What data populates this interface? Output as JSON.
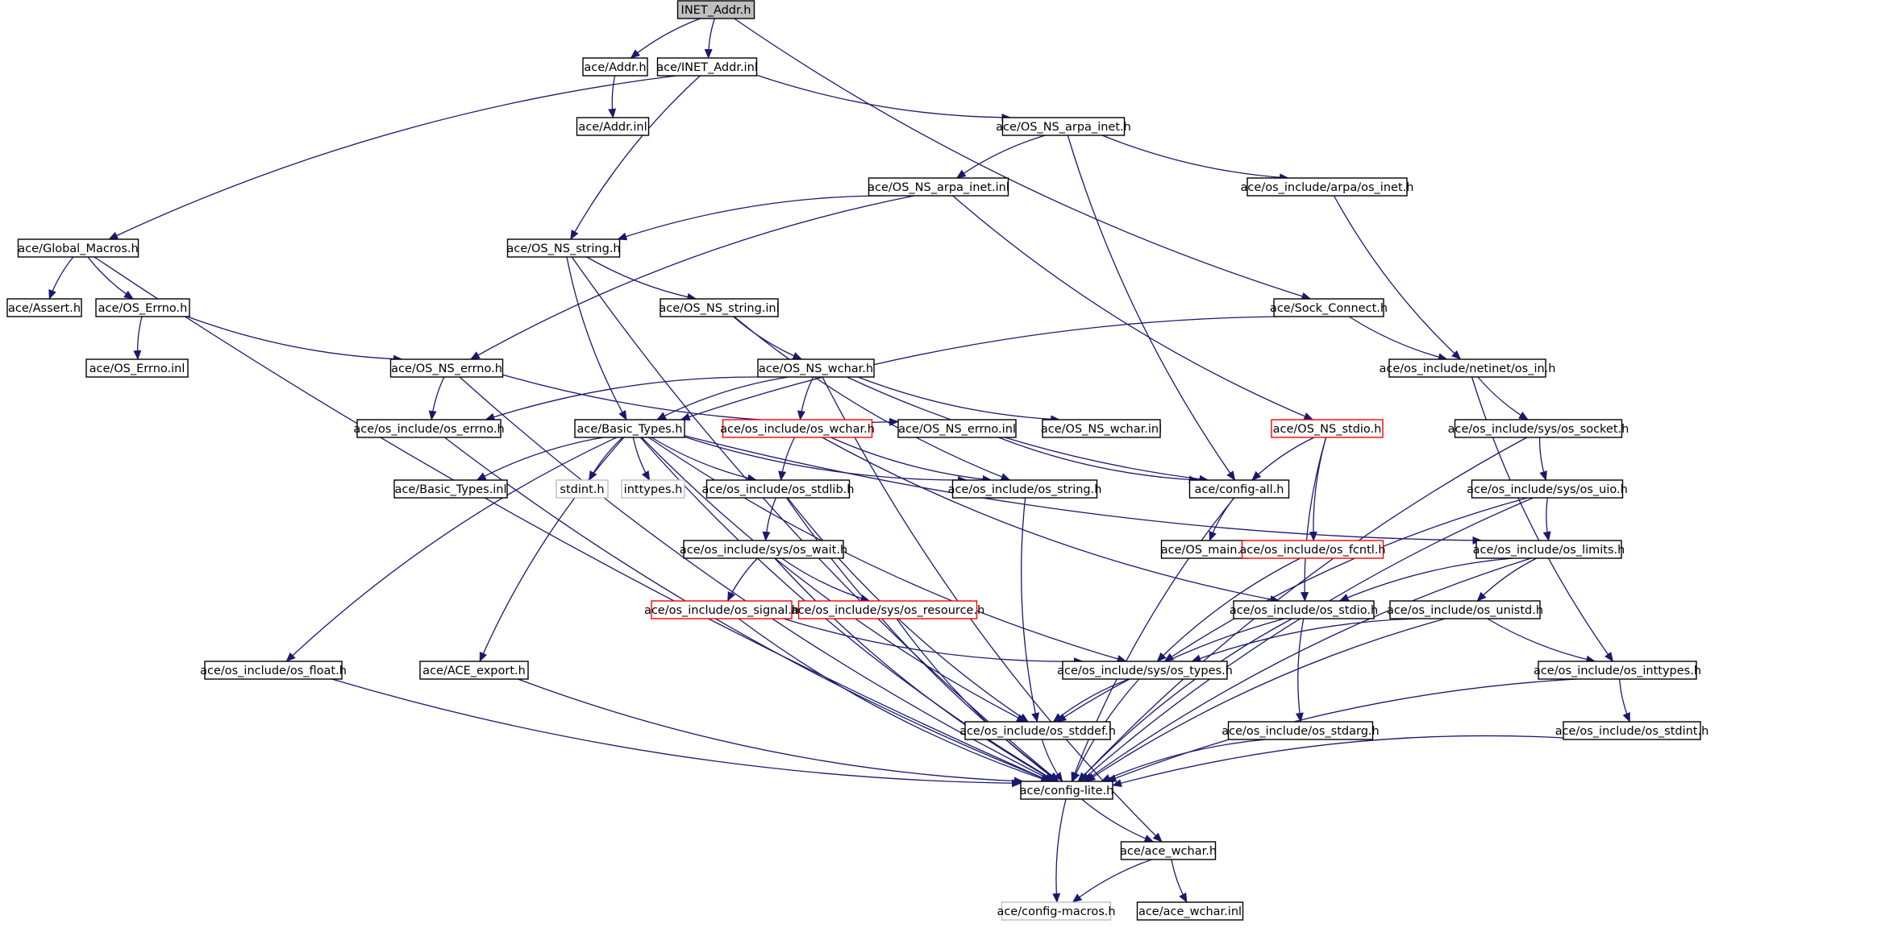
{
  "colors": {
    "edge": "#191970",
    "border_default": "#000000",
    "border_incomplete": "#ff0000",
    "border_missing": "#bfbfbf",
    "root_fill": "#bfbfbf",
    "fill": "#ffffff"
  },
  "nodes": [
    {
      "id": "inet_addr_h",
      "label": "INET_Addr.h",
      "kind": "root"
    },
    {
      "id": "addr_h",
      "label": "ace/Addr.h",
      "kind": "default"
    },
    {
      "id": "inet_addr_inl",
      "label": "ace/INET_Addr.inl",
      "kind": "default"
    },
    {
      "id": "addr_inl",
      "label": "ace/Addr.inl",
      "kind": "default"
    },
    {
      "id": "os_ns_arpa_inet_h",
      "label": "ace/OS_NS_arpa_inet.h",
      "kind": "default"
    },
    {
      "id": "os_ns_arpa_inet_inl",
      "label": "ace/OS_NS_arpa_inet.inl",
      "kind": "default"
    },
    {
      "id": "arpa_os_inet_h",
      "label": "ace/os_include/arpa/os_inet.h",
      "kind": "default"
    },
    {
      "id": "global_macros_h",
      "label": "ace/Global_Macros.h",
      "kind": "default"
    },
    {
      "id": "os_ns_string_h",
      "label": "ace/OS_NS_string.h",
      "kind": "default"
    },
    {
      "id": "assert_h",
      "label": "ace/Assert.h",
      "kind": "default"
    },
    {
      "id": "os_errno_h",
      "label": "ace/OS_Errno.h",
      "kind": "default"
    },
    {
      "id": "os_ns_string_inl",
      "label": "ace/OS_NS_string.inl",
      "kind": "default"
    },
    {
      "id": "sock_connect_h",
      "label": "ace/Sock_Connect.h",
      "kind": "default"
    },
    {
      "id": "os_errno_inl",
      "label": "ace/OS_Errno.inl",
      "kind": "default"
    },
    {
      "id": "os_ns_errno_h",
      "label": "ace/OS_NS_errno.h",
      "kind": "default"
    },
    {
      "id": "os_ns_wchar_h",
      "label": "ace/OS_NS_wchar.h",
      "kind": "default"
    },
    {
      "id": "netinet_os_in_h",
      "label": "ace/os_include/netinet/os_in.h",
      "kind": "default"
    },
    {
      "id": "os_include_os_errno_h",
      "label": "ace/os_include/os_errno.h",
      "kind": "default"
    },
    {
      "id": "basic_types_h",
      "label": "ace/Basic_Types.h",
      "kind": "default"
    },
    {
      "id": "os_include_os_wchar_h",
      "label": "ace/os_include/os_wchar.h",
      "kind": "incomplete"
    },
    {
      "id": "os_ns_errno_inl",
      "label": "ace/OS_NS_errno.inl",
      "kind": "default"
    },
    {
      "id": "os_ns_wchar_inl",
      "label": "ace/OS_NS_wchar.inl",
      "kind": "default"
    },
    {
      "id": "os_ns_stdio_h",
      "label": "ace/OS_NS_stdio.h",
      "kind": "incomplete"
    },
    {
      "id": "sys_os_socket_h",
      "label": "ace/os_include/sys/os_socket.h",
      "kind": "default"
    },
    {
      "id": "basic_types_inl",
      "label": "ace/Basic_Types.inl",
      "kind": "default"
    },
    {
      "id": "stdint_h",
      "label": "stdint.h",
      "kind": "missing"
    },
    {
      "id": "inttypes_h",
      "label": "inttypes.h",
      "kind": "missing"
    },
    {
      "id": "os_stdlib_h",
      "label": "ace/os_include/os_stdlib.h",
      "kind": "default"
    },
    {
      "id": "os_string_h",
      "label": "ace/os_include/os_string.h",
      "kind": "default"
    },
    {
      "id": "config_all_h",
      "label": "ace/config-all.h",
      "kind": "default"
    },
    {
      "id": "sys_os_uio_h",
      "label": "ace/os_include/sys/os_uio.h",
      "kind": "default"
    },
    {
      "id": "os_main_h",
      "label": "ace/OS_main.h",
      "kind": "default"
    },
    {
      "id": "sys_os_wait_h",
      "label": "ace/os_include/sys/os_wait.h",
      "kind": "default"
    },
    {
      "id": "os_fcntl_h",
      "label": "ace/os_include/os_fcntl.h",
      "kind": "incomplete"
    },
    {
      "id": "os_limits_h",
      "label": "ace/os_include/os_limits.h",
      "kind": "default"
    },
    {
      "id": "os_signal_h",
      "label": "ace/os_include/os_signal.h",
      "kind": "incomplete"
    },
    {
      "id": "sys_os_resource_h",
      "label": "ace/os_include/sys/os_resource.h",
      "kind": "incomplete"
    },
    {
      "id": "os_stdio_h",
      "label": "ace/os_include/os_stdio.h",
      "kind": "default"
    },
    {
      "id": "os_unistd_h",
      "label": "ace/os_include/os_unistd.h",
      "kind": "default"
    },
    {
      "id": "os_float_h",
      "label": "ace/os_include/os_float.h",
      "kind": "default"
    },
    {
      "id": "ace_export_h",
      "label": "ace/ACE_export.h",
      "kind": "default"
    },
    {
      "id": "sys_os_types_h",
      "label": "ace/os_include/sys/os_types.h",
      "kind": "default"
    },
    {
      "id": "os_inttypes_h",
      "label": "ace/os_include/os_inttypes.h",
      "kind": "default"
    },
    {
      "id": "os_stddef_h",
      "label": "ace/os_include/os_stddef.h",
      "kind": "default"
    },
    {
      "id": "os_stdarg_h",
      "label": "ace/os_include/os_stdarg.h",
      "kind": "default"
    },
    {
      "id": "os_stdint_h",
      "label": "ace/os_include/os_stdint.h",
      "kind": "default"
    },
    {
      "id": "config_lite_h",
      "label": "ace/config-lite.h",
      "kind": "default"
    },
    {
      "id": "ace_wchar_h",
      "label": "ace/ace_wchar.h",
      "kind": "default"
    },
    {
      "id": "config_macros_h",
      "label": "ace/config-macros.h",
      "kind": "missing"
    },
    {
      "id": "ace_wchar_inl",
      "label": "ace/ace_wchar.inl",
      "kind": "default"
    }
  ],
  "edges": [
    [
      "inet_addr_h",
      "addr_h"
    ],
    [
      "inet_addr_h",
      "inet_addr_inl"
    ],
    [
      "inet_addr_h",
      "sock_connect_h"
    ],
    [
      "addr_h",
      "addr_inl"
    ],
    [
      "inet_addr_inl",
      "os_ns_arpa_inet_h"
    ],
    [
      "inet_addr_inl",
      "global_macros_h"
    ],
    [
      "inet_addr_inl",
      "os_ns_string_h"
    ],
    [
      "os_ns_arpa_inet_h",
      "os_ns_arpa_inet_inl"
    ],
    [
      "os_ns_arpa_inet_h",
      "arpa_os_inet_h"
    ],
    [
      "os_ns_arpa_inet_h",
      "config_all_h"
    ],
    [
      "os_ns_arpa_inet_inl",
      "os_ns_string_h"
    ],
    [
      "os_ns_arpa_inet_inl",
      "os_ns_errno_h"
    ],
    [
      "os_ns_arpa_inet_inl",
      "os_ns_stdio_h"
    ],
    [
      "arpa_os_inet_h",
      "netinet_os_in_h"
    ],
    [
      "global_macros_h",
      "assert_h"
    ],
    [
      "global_macros_h",
      "os_errno_h"
    ],
    [
      "global_macros_h",
      "config_lite_h"
    ],
    [
      "os_ns_string_h",
      "os_ns_string_inl"
    ],
    [
      "os_ns_string_h",
      "basic_types_h"
    ],
    [
      "os_ns_string_h",
      "config_lite_h"
    ],
    [
      "os_errno_h",
      "os_errno_inl"
    ],
    [
      "os_errno_h",
      "os_ns_errno_h"
    ],
    [
      "os_ns_string_inl",
      "os_ns_wchar_h"
    ],
    [
      "os_ns_string_inl",
      "os_string_h"
    ],
    [
      "sock_connect_h",
      "basic_types_h"
    ],
    [
      "sock_connect_h",
      "netinet_os_in_h"
    ],
    [
      "os_ns_errno_h",
      "os_include_os_errno_h"
    ],
    [
      "os_ns_errno_h",
      "os_ns_errno_inl"
    ],
    [
      "os_ns_errno_h",
      "config_lite_h"
    ],
    [
      "os_ns_wchar_h",
      "basic_types_h"
    ],
    [
      "os_ns_wchar_h",
      "os_include_os_errno_h"
    ],
    [
      "os_ns_wchar_h",
      "os_include_os_wchar_h"
    ],
    [
      "os_ns_wchar_h",
      "os_ns_wchar_inl"
    ],
    [
      "os_ns_wchar_h",
      "config_all_h"
    ],
    [
      "os_ns_wchar_h",
      "ace_wchar_h"
    ],
    [
      "netinet_os_in_h",
      "sys_os_socket_h"
    ],
    [
      "netinet_os_in_h",
      "os_inttypes_h"
    ],
    [
      "os_include_os_errno_h",
      "config_lite_h"
    ],
    [
      "basic_types_h",
      "basic_types_inl"
    ],
    [
      "basic_types_h",
      "stdint_h"
    ],
    [
      "basic_types_h",
      "inttypes_h"
    ],
    [
      "basic_types_h",
      "os_stdlib_h"
    ],
    [
      "basic_types_h",
      "os_string_h"
    ],
    [
      "basic_types_h",
      "os_limits_h"
    ],
    [
      "basic_types_h",
      "os_float_h"
    ],
    [
      "basic_types_h",
      "ace_export_h"
    ],
    [
      "basic_types_h",
      "sys_os_types_h"
    ],
    [
      "basic_types_h",
      "os_stddef_h"
    ],
    [
      "basic_types_h",
      "config_lite_h"
    ],
    [
      "os_include_os_wchar_h",
      "os_stdlib_h"
    ],
    [
      "os_include_os_wchar_h",
      "os_string_h"
    ],
    [
      "os_include_os_wchar_h",
      "os_stdio_h"
    ],
    [
      "os_ns_errno_inl",
      "config_all_h"
    ],
    [
      "os_ns_stdio_h",
      "config_all_h"
    ],
    [
      "os_ns_stdio_h",
      "os_fcntl_h"
    ],
    [
      "os_ns_stdio_h",
      "os_stdio_h"
    ],
    [
      "sys_os_socket_h",
      "sys_os_uio_h"
    ],
    [
      "sys_os_socket_h",
      "config_lite_h"
    ],
    [
      "os_stdlib_h",
      "sys_os_wait_h"
    ],
    [
      "os_stdlib_h",
      "os_stddef_h"
    ],
    [
      "os_stdlib_h",
      "config_lite_h"
    ],
    [
      "os_string_h",
      "os_stddef_h"
    ],
    [
      "config_all_h",
      "os_main_h"
    ],
    [
      "config_all_h",
      "config_lite_h"
    ],
    [
      "sys_os_uio_h",
      "os_limits_h"
    ],
    [
      "sys_os_uio_h",
      "sys_os_types_h"
    ],
    [
      "sys_os_uio_h",
      "config_lite_h"
    ],
    [
      "sys_os_wait_h",
      "os_signal_h"
    ],
    [
      "sys_os_wait_h",
      "sys_os_resource_h"
    ],
    [
      "sys_os_wait_h",
      "config_lite_h"
    ],
    [
      "os_fcntl_h",
      "sys_os_types_h"
    ],
    [
      "os_limits_h",
      "os_stdio_h"
    ],
    [
      "os_limits_h",
      "os_unistd_h"
    ],
    [
      "os_limits_h",
      "config_lite_h"
    ],
    [
      "os_signal_h",
      "sys_os_types_h"
    ],
    [
      "os_signal_h",
      "config_lite_h"
    ],
    [
      "sys_os_resource_h",
      "config_lite_h"
    ],
    [
      "os_stdio_h",
      "os_stdarg_h"
    ],
    [
      "os_stdio_h",
      "os_stddef_h"
    ],
    [
      "os_stdio_h",
      "config_lite_h"
    ],
    [
      "os_unistd_h",
      "sys_os_types_h"
    ],
    [
      "os_unistd_h",
      "os_inttypes_h"
    ],
    [
      "os_unistd_h",
      "config_lite_h"
    ],
    [
      "os_float_h",
      "config_lite_h"
    ],
    [
      "ace_export_h",
      "config_lite_h"
    ],
    [
      "sys_os_types_h",
      "os_stddef_h"
    ],
    [
      "sys_os_types_h",
      "config_lite_h"
    ],
    [
      "os_inttypes_h",
      "os_stdint_h"
    ],
    [
      "os_inttypes_h",
      "config_lite_h"
    ],
    [
      "os_stddef_h",
      "config_lite_h"
    ],
    [
      "os_stdarg_h",
      "config_lite_h"
    ],
    [
      "os_stdint_h",
      "config_lite_h"
    ],
    [
      "config_lite_h",
      "ace_wchar_h"
    ],
    [
      "config_lite_h",
      "config_macros_h"
    ],
    [
      "ace_wchar_h",
      "config_macros_h"
    ],
    [
      "ace_wchar_h",
      "ace_wchar_inl"
    ]
  ]
}
